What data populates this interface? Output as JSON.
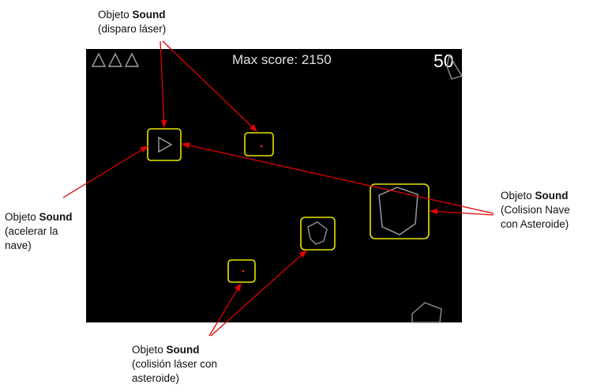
{
  "hud": {
    "max_score_text": "Max score: 2150",
    "counter": "50",
    "lives": 3
  },
  "annotations": {
    "laser_sound": {
      "prefix": "Objeto ",
      "bold": "Sound",
      "detail": "(disparo láser)"
    },
    "thrust_sound": {
      "prefix": "Objeto ",
      "bold": "Sound",
      "detail_1": "(acelerar la",
      "detail_2": "nave)"
    },
    "collision_sound": {
      "prefix": "Objeto ",
      "bold": "Sound",
      "detail_1": "(Colision Nave",
      "detail_2": "con Asteroide)"
    },
    "hit_sound": {
      "prefix": "Objeto ",
      "bold": "Sound",
      "detail_1": " (colisión láser con",
      "detail_2": "asteroide)"
    }
  },
  "colors": {
    "canvas_bg": "#000000",
    "highlight_box": "#e6e600",
    "arrow": "#e00000",
    "sprite_stroke": "#a0a0a0",
    "laser_dot": "#ff2020"
  }
}
